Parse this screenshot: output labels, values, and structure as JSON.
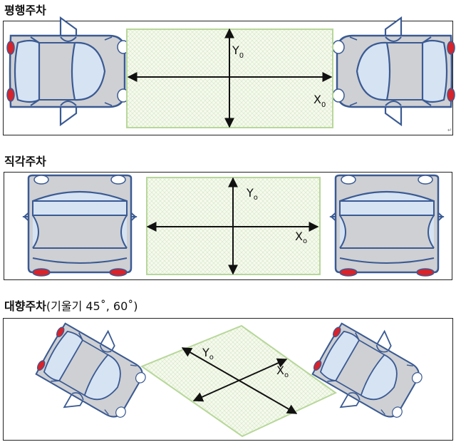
{
  "sections": [
    {
      "title": "평행주차",
      "y_label": "Y",
      "x_label": "X",
      "subscript": "0"
    },
    {
      "title": "직각주차",
      "y_label": "Y",
      "x_label": "X",
      "subscript": "o"
    },
    {
      "title_main": "대향주차",
      "title_note": "(기울기  45˚, 60˚)",
      "y_label": "Y",
      "x_label": "X",
      "subscript": "o"
    }
  ],
  "corner_mark": "↵",
  "colors": {
    "car_body": "#cfd0d3",
    "car_outline": "#3a5a93",
    "car_glass": "#d6e3f3",
    "lot_fill": "#f6faef",
    "lot_border": "#b7d79a",
    "tail_light": "#d8232a",
    "head_light": "#ffffff"
  }
}
